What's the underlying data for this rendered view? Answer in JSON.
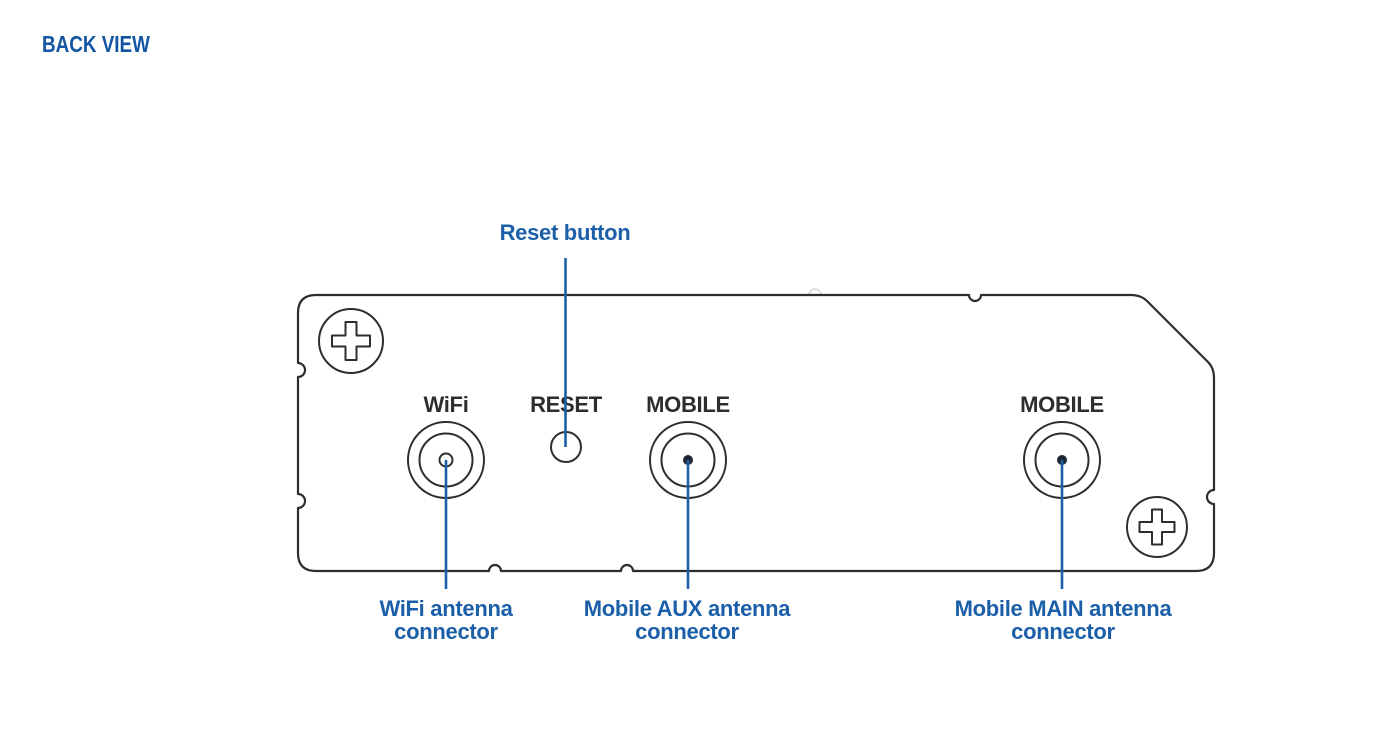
{
  "page": {
    "title": "BACK VIEW"
  },
  "colors": {
    "title_blue": "#1256a3",
    "callout_blue": "#1c5fa9",
    "outline": "#2e2e2e",
    "label_dark": "#2d2d2d",
    "dot_fill": "#1f2733",
    "page_bg": "#ffffff"
  },
  "panel": {
    "labels": [
      "WiFi",
      "RESET",
      "MOBILE",
      "MOBILE"
    ]
  },
  "callouts": {
    "reset": "Reset button",
    "wifi_line1": "WiFi antenna",
    "wifi_line2": "connector",
    "aux_line1": "Mobile AUX antenna",
    "aux_line2": "connector",
    "main_line1": "Mobile MAIN antenna",
    "main_line2": "connector"
  }
}
